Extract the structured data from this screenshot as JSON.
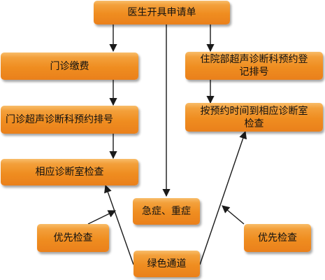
{
  "diagram": {
    "nodes": [
      {
        "id": "request",
        "label": "医生开具申请单"
      },
      {
        "id": "outpatient_fee",
        "label": "门诊缴费"
      },
      {
        "id": "outpatient_booking",
        "label": "门诊超声诊断科预约排号"
      },
      {
        "id": "exam_left",
        "label": "相应诊断室检查"
      },
      {
        "id": "emergency",
        "label": "急症、重症"
      },
      {
        "id": "priority_left",
        "label": "优先检查"
      },
      {
        "id": "green_channel",
        "label": "绿色通道"
      },
      {
        "id": "inpatient_booking",
        "label": "住院部超声诊断科预约登\n记排号"
      },
      {
        "id": "scheduled_exam",
        "label": "按预约时间到相应诊断室\n检查"
      },
      {
        "id": "priority_right",
        "label": "优先检查"
      }
    ]
  },
  "colors": {
    "box_top": "#f8bd6a",
    "box_bottom": "#ea801b",
    "line": "#1a1a1a"
  }
}
